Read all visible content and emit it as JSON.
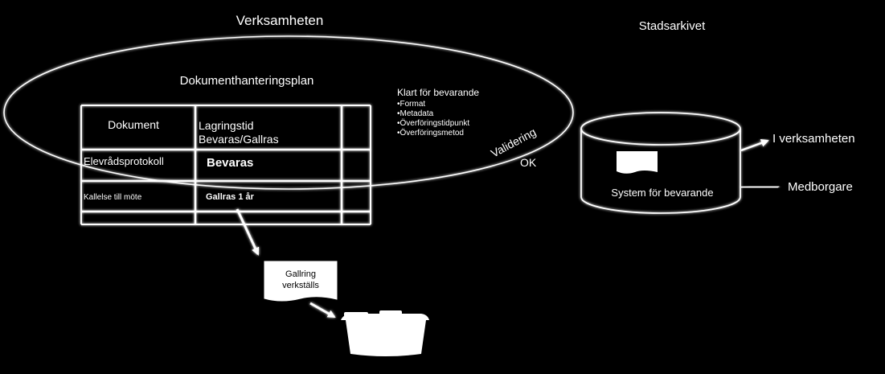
{
  "left_title": "Verksamheten",
  "right_title": "Stadsarkivet",
  "plan_label": "Dokumenthanteringsplan",
  "table": {
    "header_col1": "Dokument",
    "header_col2_line1": "Lagringstid",
    "header_col2_line2": "Bevaras/Gallras",
    "rows": [
      {
        "doc": "Elevrådsprotokoll",
        "retention": "Bevaras"
      },
      {
        "doc": "Kallelse till möte",
        "retention": "Gallras 1 år"
      }
    ]
  },
  "ready": {
    "title": "Klart för bevarande",
    "items": [
      "•Format",
      "•Metadata",
      "•Överföringstidpunkt",
      "•Överföringsmetod"
    ]
  },
  "validation_label": "Validering",
  "ok_label": "OK",
  "system_label": "System för bevarande",
  "outputs": [
    "I verksamheten",
    "Medborgare"
  ],
  "disposal_note": [
    "Gallring",
    "verkställs"
  ],
  "colors": {
    "background": "#000000",
    "foreground": "#ffffff"
  }
}
